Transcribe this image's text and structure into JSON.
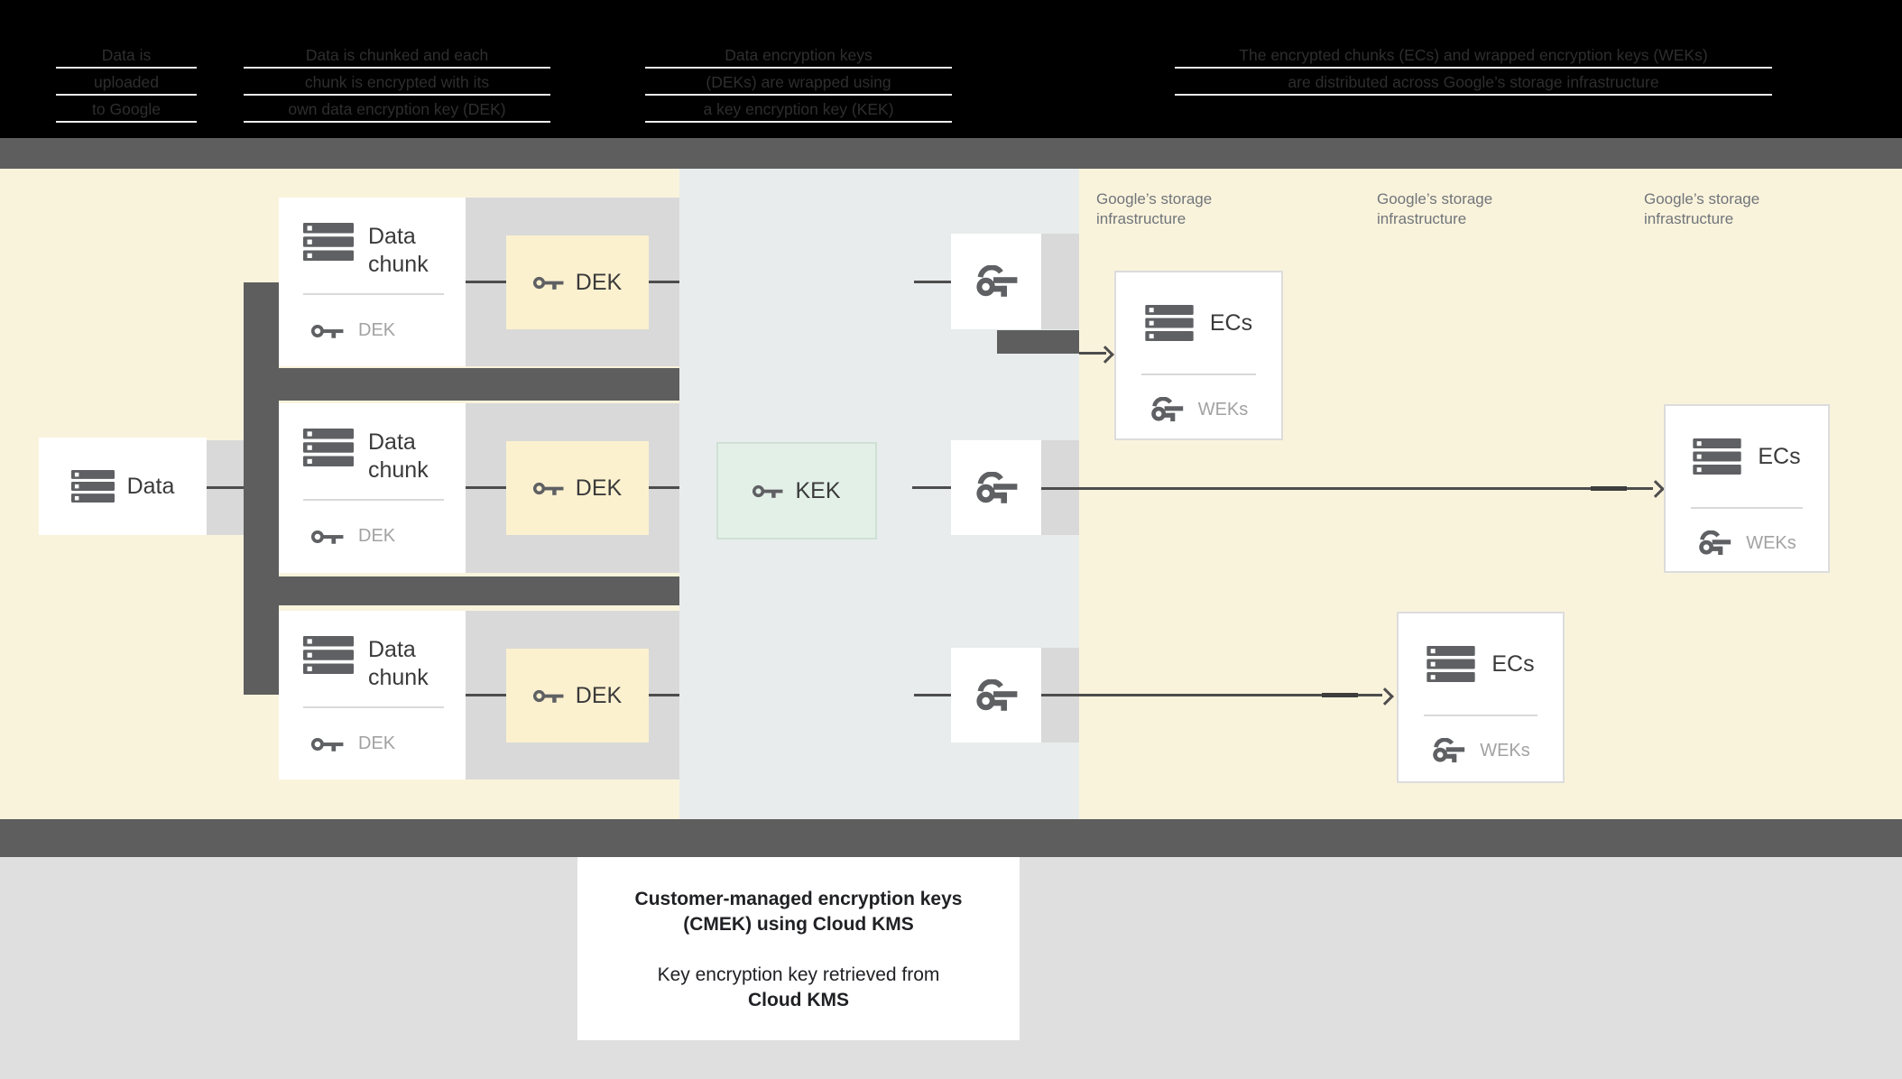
{
  "header": {
    "steps": [
      {
        "lines": [
          "Data is",
          "uploaded",
          "to Google"
        ]
      },
      {
        "lines": [
          "Data is chunked and each",
          "chunk is encrypted with its",
          "own data encryption key (DEK)"
        ]
      },
      {
        "lines": [
          "Data encryption keys",
          "(DEKs) are wrapped using",
          "a key encryption key (KEK)"
        ]
      },
      {
        "lines": [
          "The encrypted chunks (ECs) and wrapped encryption keys (WEKs)",
          "are distributed across Google’s storage infrastructure"
        ]
      }
    ]
  },
  "diagram": {
    "data_label": "Data",
    "chunk_label_line1": "Data",
    "chunk_label_line2": "chunk",
    "chunk_key_tag": "DEK",
    "dek_label": "DEK",
    "kek_label": "KEK",
    "ecs_label": "ECs",
    "weks_label": "WEKs",
    "storage_label_line1": "Google’s storage",
    "storage_label_line2": "infrastructure"
  },
  "caption": {
    "line1": "Customer-managed encryption keys",
    "line2": "(CMEK) using Cloud KMS",
    "line3": "Key encryption key retrieved from",
    "line4": "Cloud KMS"
  },
  "colors": {
    "header_bg": "#000000",
    "header_text": "#2e2e2e",
    "underline": "#ffffff",
    "band_dark": "#5e5e5e",
    "cream": "#faf3dc",
    "section_blue": "#e8eced",
    "row_gray": "#d9d9d9",
    "dek_fill": "#fcf1cf",
    "kek_fill": "#e3f0e8",
    "kek_border": "#cfe0d4",
    "box_border": "#dcdcdc",
    "line": "#4d4d4d",
    "line_dark": "#3d3d3d",
    "icon_gray": "#5f6063",
    "label_dark": "#3a3a3a",
    "label_muted": "#a2a2a2",
    "storage_text": "#70757a",
    "footer_bg": "#dfdfdf",
    "caption_text": "#202124"
  }
}
